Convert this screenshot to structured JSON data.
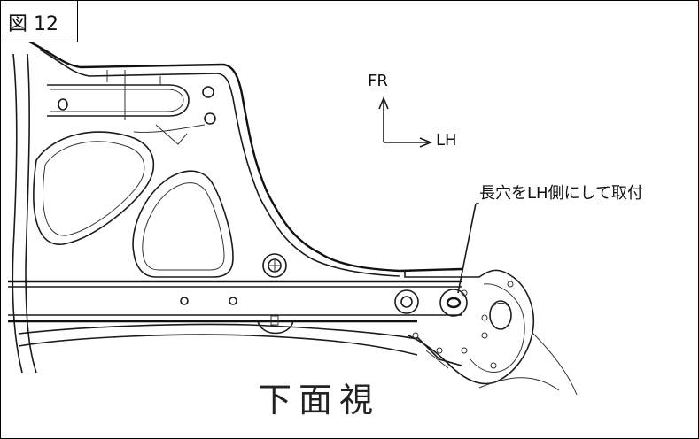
{
  "figure": {
    "label": "図 12",
    "direction": {
      "forward": "FR",
      "left": "LH"
    },
    "note": "長穴をLH側にして取付",
    "view": "下面視"
  }
}
